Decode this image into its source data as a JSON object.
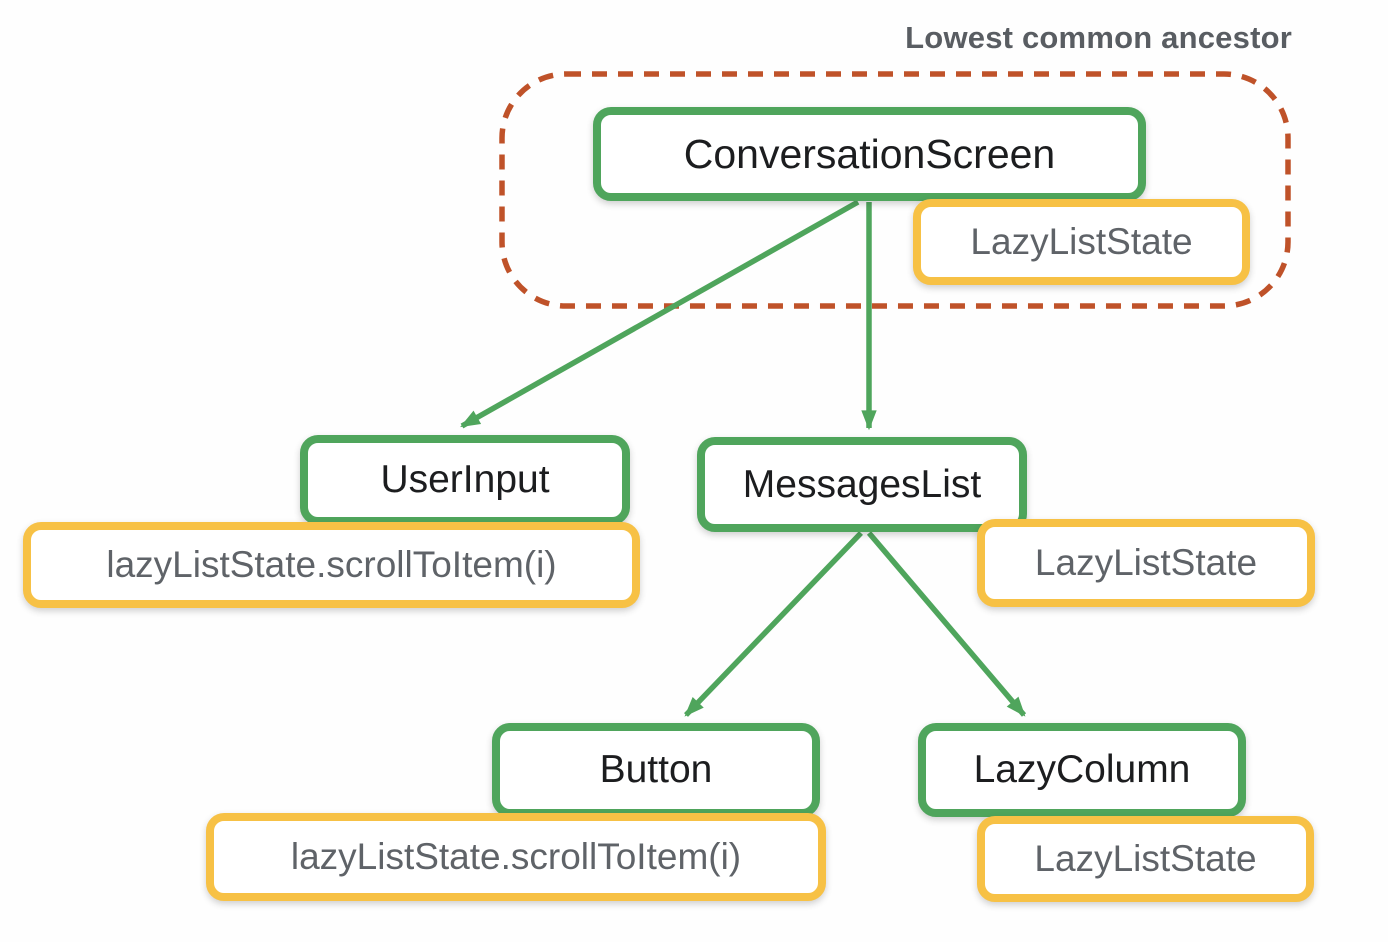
{
  "title": "Lowest common ancestor",
  "labels": {
    "conversation_screen": "ConversationScreen",
    "user_input": "UserInput",
    "messages_list": "MessagesList",
    "button": "Button",
    "lazy_column": "LazyColumn",
    "state_top": "LazyListState",
    "state_mid": "LazyListState",
    "state_bottom": "LazyListState",
    "call_left": "lazyListState.scrollToItem(i)",
    "call_bottom": "lazyListState.scrollToItem(i)"
  },
  "colors": {
    "node_border_green": "#4fa55c",
    "state_border_yellow": "#f7c145",
    "dashed_callout_orange": "#bf5229",
    "node_text": "#1c1d1f",
    "state_text": "#5f6368",
    "title_text": "#595d62",
    "box_fill": "#ffffff"
  },
  "diagram": {
    "type": "tree",
    "root": "ConversationScreen",
    "edges": [
      {
        "from": "ConversationScreen",
        "to": "UserInput"
      },
      {
        "from": "ConversationScreen",
        "to": "MessagesList"
      },
      {
        "from": "MessagesList",
        "to": "Button"
      },
      {
        "from": "MessagesList",
        "to": "LazyColumn"
      }
    ],
    "annotations": [
      {
        "node": "ConversationScreen",
        "badge": "LazyListState",
        "badge_type": "state"
      },
      {
        "node": "UserInput",
        "badge": "lazyListState.scrollToItem(i)",
        "badge_type": "call"
      },
      {
        "node": "MessagesList",
        "badge": "LazyListState",
        "badge_type": "state"
      },
      {
        "node": "Button",
        "badge": "lazyListState.scrollToItem(i)",
        "badge_type": "call"
      },
      {
        "node": "LazyColumn",
        "badge": "LazyListState",
        "badge_type": "state"
      }
    ],
    "callout": {
      "label": "Lowest common ancestor",
      "encloses": [
        "ConversationScreen",
        "LazyListState"
      ]
    }
  }
}
